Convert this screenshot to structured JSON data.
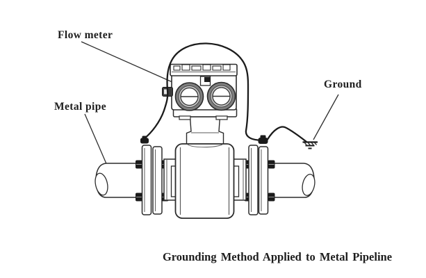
{
  "diagram": {
    "caption": "Grounding Method Applied to Metal Pipeline",
    "labels": {
      "flow_meter": "Flow meter",
      "metal_pipe": "Metal pipe",
      "ground": "Ground"
    },
    "colors": {
      "background": "#ffffff",
      "line": "#2b2b2b",
      "wire": "#1b1b1b",
      "text": "#1d1d1d",
      "lens_ring": "#7e7e7e",
      "lens_mid": "#c4c4c4"
    }
  }
}
